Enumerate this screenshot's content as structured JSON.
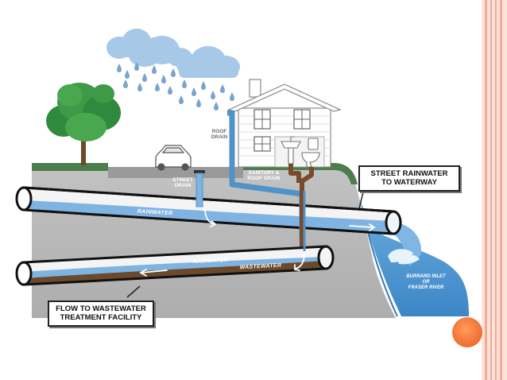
{
  "labels": {
    "roof_drain": [
      "ROOF",
      "DRAIN"
    ],
    "street_drain": [
      "STREET",
      "DRAIN"
    ],
    "sanitary_roof_drain": [
      "SANITARY &",
      "ROOF DRAIN"
    ],
    "street_rainwater_to_waterway": [
      "STREET RAINWATER",
      "TO WATERWAY"
    ],
    "flow_to_wastewater": [
      "FLOW TO WASTEWATER",
      "TREATMENT FACILITY"
    ],
    "rainwater_upper": "RAINWATER",
    "rainwater_lower": "RAINWATER",
    "wastewater": "WASTEWATER",
    "river": [
      "BURRARD INLET",
      "OR",
      "FRASER RIVER"
    ]
  },
  "colors": {
    "rain_cloud": "#a8c8e8",
    "rain_drop": "#7aa4cc",
    "pipe_water": "#7fb3e2",
    "pipe_fill": "#f2f2f2",
    "wastewater": "#6b4a2c",
    "downpipe": "#4f93c9",
    "sanitary_pipe": "#7a4a2a",
    "grass": "#4c7d4c",
    "soil": "#b8b8b8",
    "river": "#5aa0d8",
    "slide_border": "#f5bfae",
    "accent_dot": "#f27b3c"
  },
  "icons": [
    "rain-cloud-icon",
    "tree-icon",
    "car-icon",
    "house-icon",
    "toilet-icon",
    "sink-icon",
    "flow-arrow-icon"
  ]
}
